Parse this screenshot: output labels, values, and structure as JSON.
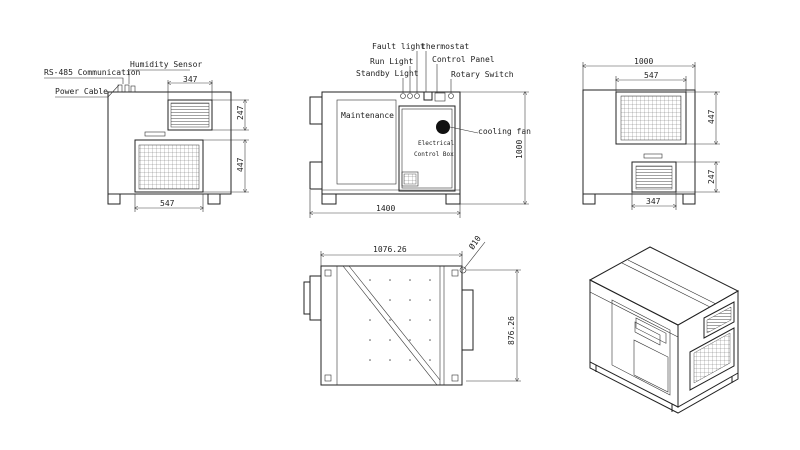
{
  "left_view": {
    "labels": {
      "humidity_sensor": "Humidity Sensor",
      "rs485": "RS-485 Communication",
      "power_cable": "Power Cable"
    },
    "dims": {
      "top_width": "347",
      "bottom_width": "547",
      "upper_height": "247",
      "lower_height": "447"
    }
  },
  "front_view": {
    "labels": {
      "fault_light": "Fault light",
      "thermostat": "thermostat",
      "run_light": "Run  Light",
      "control_panel": "Control Panel",
      "standby_light": "Standby Light",
      "rotary_switch": "Rotary Switch",
      "maintenance": "Maintenance",
      "cooling_fan": "cooling fan",
      "electrical": "Electrical",
      "control_box": "Control Box"
    },
    "dims": {
      "width": "1400",
      "height": "1000"
    }
  },
  "right_view": {
    "dims": {
      "width": "1000",
      "upper_width": "547",
      "upper_height": "447",
      "lower_height": "247",
      "lower_width": "347"
    }
  },
  "top_view": {
    "dims": {
      "width": "1076.26",
      "hole": "Ø10",
      "depth": "876.26"
    }
  },
  "iso_view": {
    "accent": "#e6d6ec"
  }
}
